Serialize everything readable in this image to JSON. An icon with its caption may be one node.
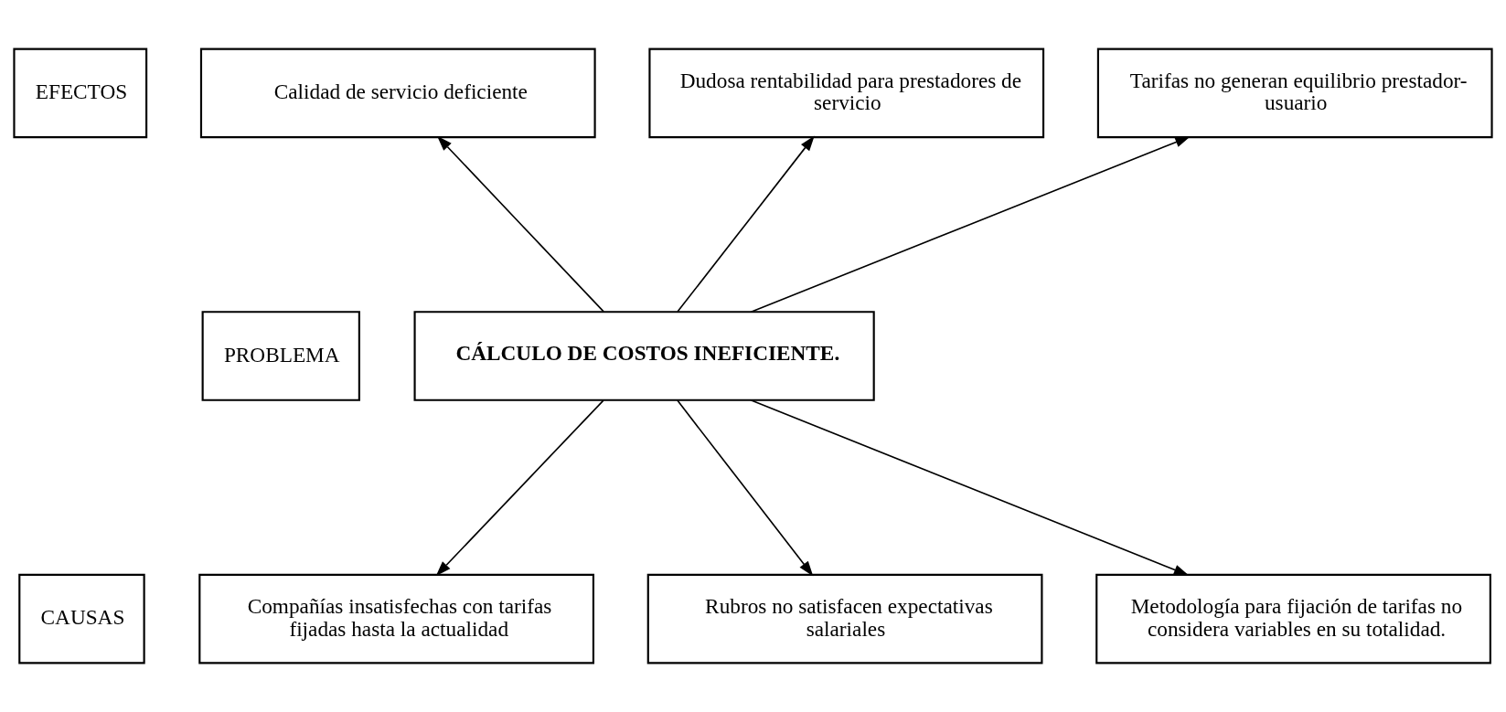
{
  "diagram": {
    "nodes": [
      {
        "text": [
          "EFECTOS"
        ]
      },
      {
        "text": [
          "Calidad de servicio deficiente"
        ]
      },
      {
        "text": [
          "Dudosa rentabilidad para prestadores de servicio"
        ]
      },
      {
        "text": [
          "Tarifas no generan equilibrio prestador-usuario"
        ]
      },
      {
        "text": [
          "PROBLEMA"
        ]
      },
      {
        "text": [
          "CÁLCULO DE COSTOS INEFICIENTE."
        ]
      },
      {
        "text": [
          "CAUSAS"
        ]
      },
      {
        "text": [
          "Compañías insatisfechas con tarifas fijadas hasta la actualidad"
        ]
      },
      {
        "text": [
          "Rubros no satisfacen expectativas salariales"
        ]
      },
      {
        "text": [
          "Metodología para fijación de tarifas no considera variables en su totalidad."
        ]
      }
    ],
    "edges": [
      {
        "from": 5,
        "to": 1,
        "arrow": "to"
      },
      {
        "from": 5,
        "to": 2,
        "arrow": "to"
      },
      {
        "from": 5,
        "to": 3,
        "arrow": "to"
      },
      {
        "from": 5,
        "to": 7,
        "arrow": "to"
      },
      {
        "from": 5,
        "to": 8,
        "arrow": "to"
      },
      {
        "from": 5,
        "to": 9,
        "arrow": "to"
      }
    ]
  }
}
